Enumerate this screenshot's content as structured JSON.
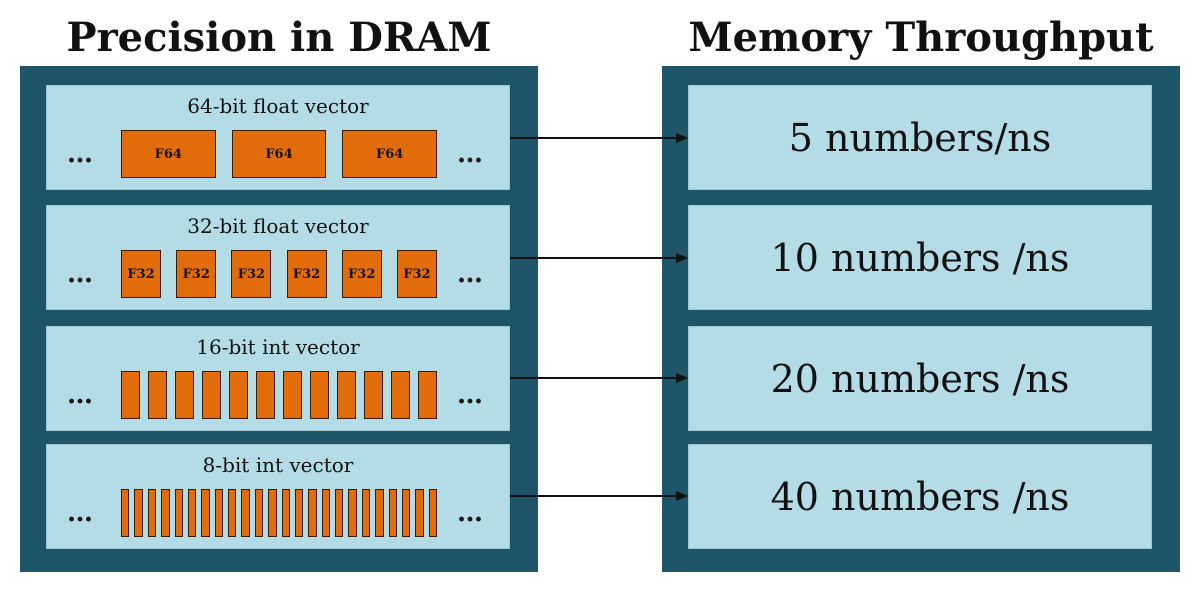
{
  "titles": {
    "left": "Precision in DRAM",
    "right": "Memory Throughput"
  },
  "rows": [
    {
      "label": "64-bit float vector",
      "block_count": 3,
      "block_text": "F64",
      "throughput": "5 numbers/ns"
    },
    {
      "label": "32-bit float vector",
      "block_count": 6,
      "block_text": "F32",
      "throughput": "10 numbers /ns"
    },
    {
      "label": "16-bit int vector",
      "block_count": 12,
      "block_text": "",
      "throughput": "20 numbers /ns"
    },
    {
      "label": "8-bit int vector",
      "block_count": 24,
      "block_text": "",
      "throughput": "40 numbers /ns"
    }
  ],
  "ellipsis": "…",
  "colors": {
    "panel": "#1e5568",
    "row_fill": "#b4dce6",
    "block_fill": "#e36c0a"
  }
}
